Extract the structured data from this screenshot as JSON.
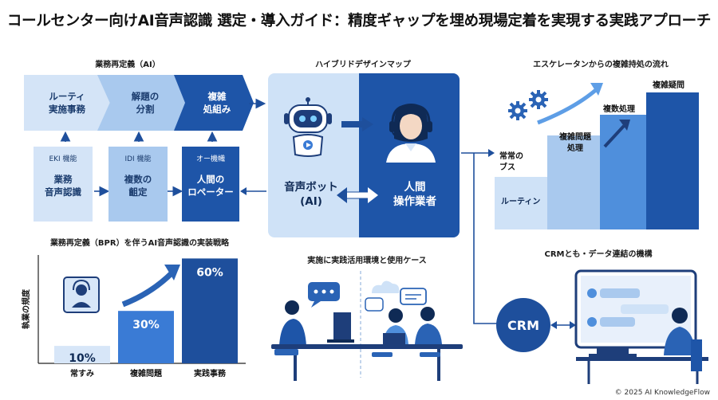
{
  "title": "コールセンター向けAI音声認識 選定・導入ガイド：精度ギャップを埋め現場定着を実現する実践アプローチ",
  "sections": {
    "bpr": {
      "heading": "業務再定義（AI）",
      "chevrons": [
        {
          "label": "ルーティ\n実施事務"
        },
        {
          "label": "解題の\n分割"
        },
        {
          "label": "複雑\n処組み"
        }
      ],
      "boxes": [
        {
          "caption": "EKI 機能",
          "label": "業務\n音声認識"
        },
        {
          "caption": "IDI 機能",
          "label": "複数の\n齟定"
        },
        {
          "caption": "オー機幟",
          "label": "人間の\nロペーター"
        }
      ]
    },
    "hybrid": {
      "heading": "ハイブリドデザインマップ",
      "left_label": "音声ボット\n(AI)",
      "right_label": "人間\n操作業者"
    },
    "escalation": {
      "heading": "エスケレータンからの複雑持処の流れ",
      "steps": [
        "ルーティン",
        "常常の\nブス",
        "複雑問題\n処理",
        "複数処理",
        "複雑疑問"
      ]
    },
    "strategy": {
      "heading": "業務再定義（BPR）を伴うAI音声認識の実装戦略",
      "y_label": "執業の規度"
    },
    "usecase": {
      "heading": "実施に実践活用環境と使用ケース"
    },
    "crm": {
      "heading": "CRMとも・データ連結の機構",
      "badge": "CRM"
    }
  },
  "chart_data": {
    "type": "bar",
    "categories": [
      "常すみ",
      "複雑問題",
      "実践事務"
    ],
    "values": [
      10,
      30,
      60
    ],
    "value_labels": [
      "10%",
      "30%",
      "60%"
    ],
    "ylabel": "執業の規度",
    "ylim": [
      0,
      62
    ]
  },
  "colors": {
    "navy": "#1e4f9c",
    "blue": "#3a7bd5",
    "light": "#cfe2f7",
    "pale": "#e3eefa"
  },
  "footer": "© 2025 AI KnowledgeFlow"
}
